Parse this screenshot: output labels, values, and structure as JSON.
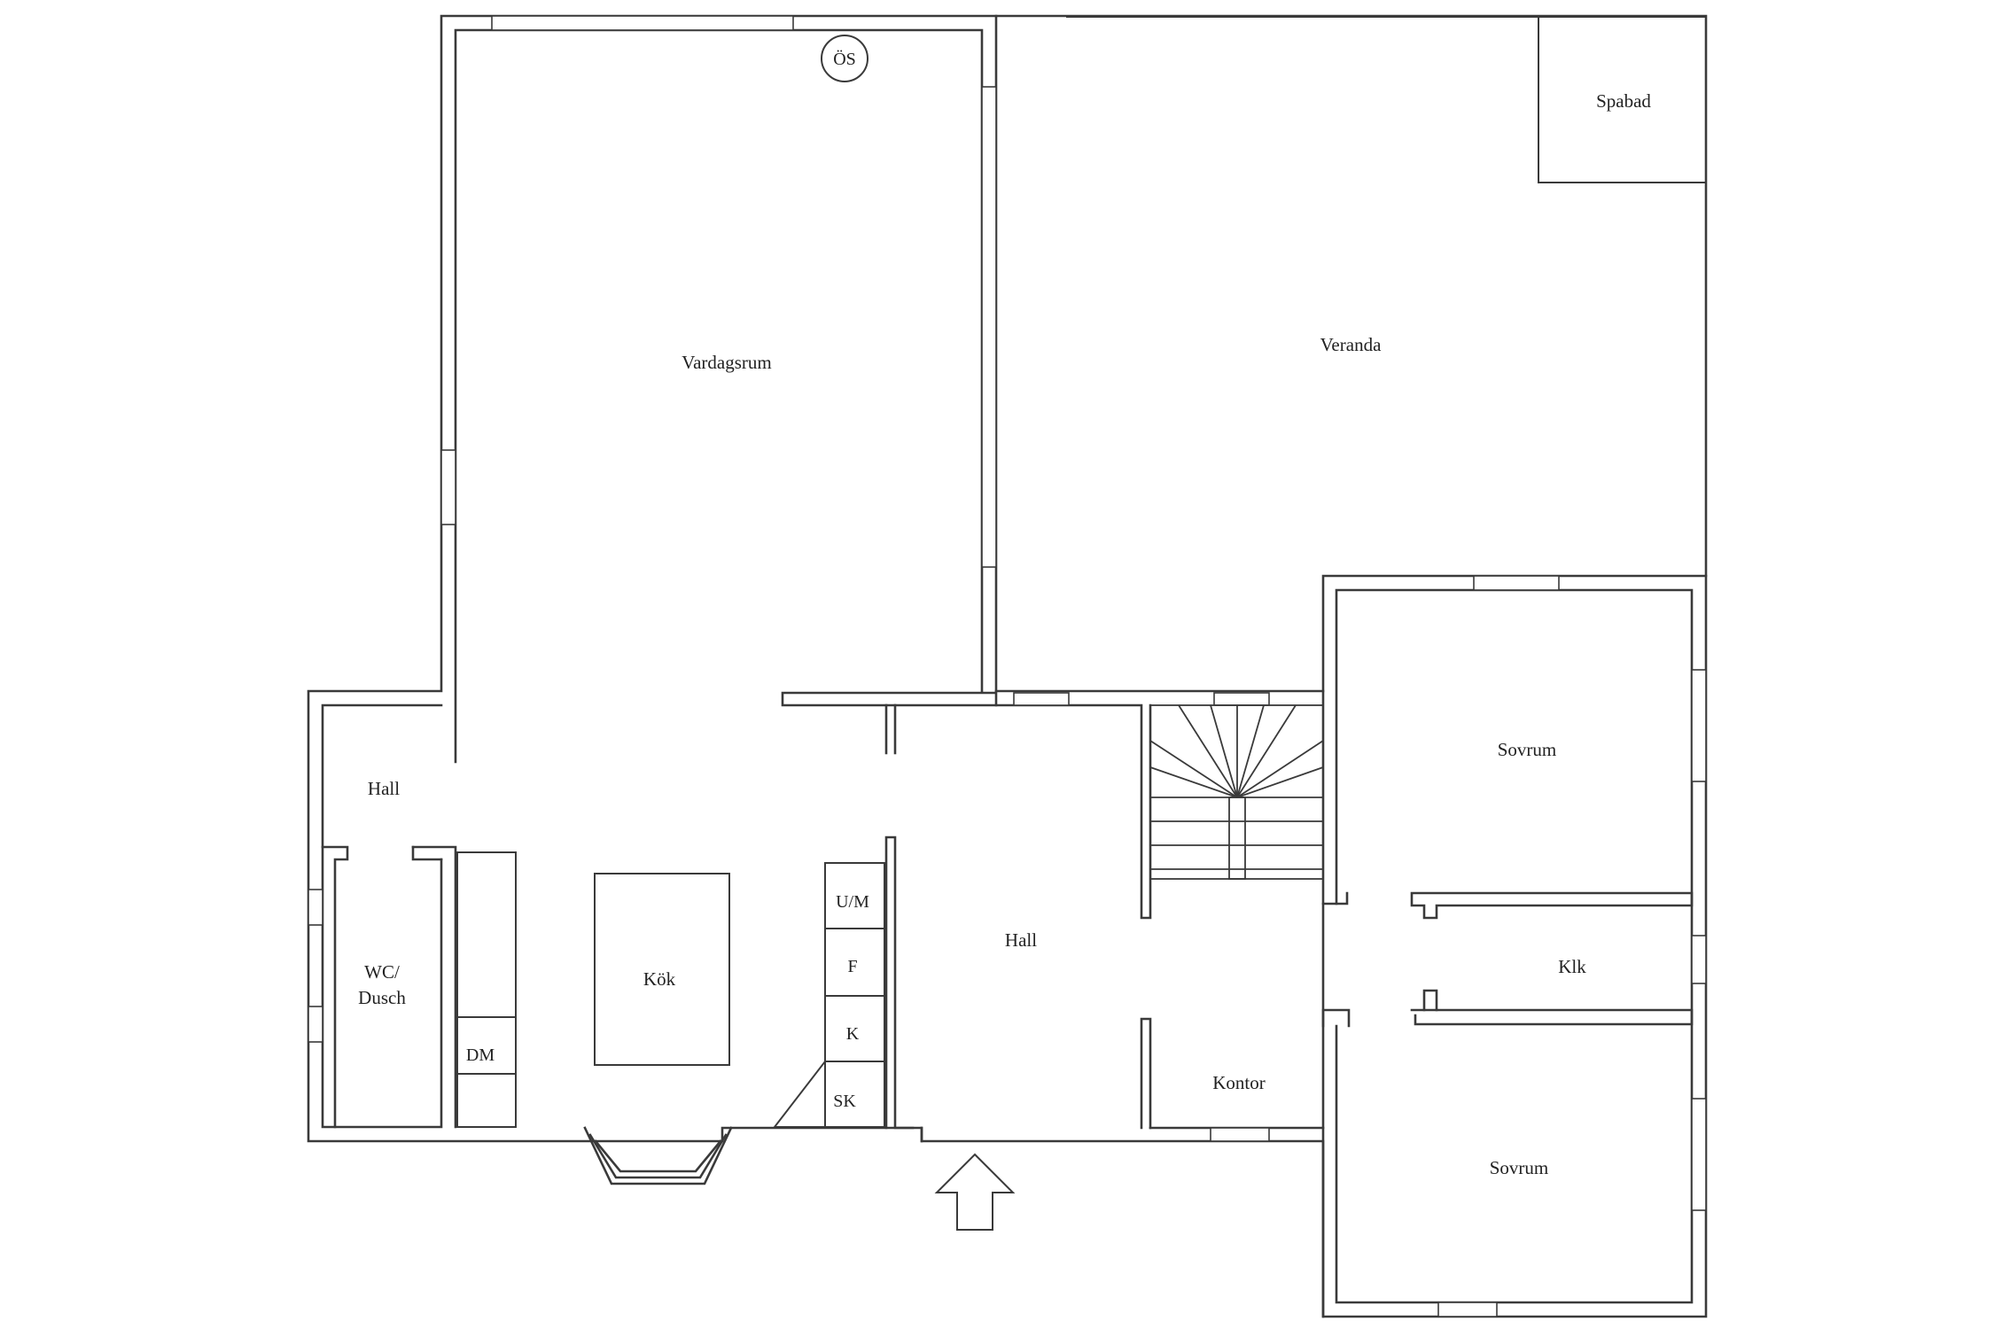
{
  "rooms": {
    "living_room": "Vardagsrum",
    "veranda": "Veranda",
    "spa": "Spabad",
    "fireplace": "ÖS",
    "hall_west": "Hall",
    "hall_center": "Hall",
    "bath_line1": "WC/",
    "bath_line2": "Dusch",
    "kitchen": "Kök",
    "dishwasher": "DM",
    "oven_micro": "U/M",
    "freezer": "F",
    "fridge": "K",
    "closet": "SK",
    "bedroom_upper": "Sovrum",
    "bedroom_lower": "Sovrum",
    "wardrobe": "Klk",
    "office": "Kontor"
  },
  "icons": {
    "entrance": "up-arrow-icon",
    "fireplace": "circle-icon"
  },
  "colors": {
    "walls": "#3a3a3a",
    "background": "#ffffff",
    "text": "#222222"
  }
}
